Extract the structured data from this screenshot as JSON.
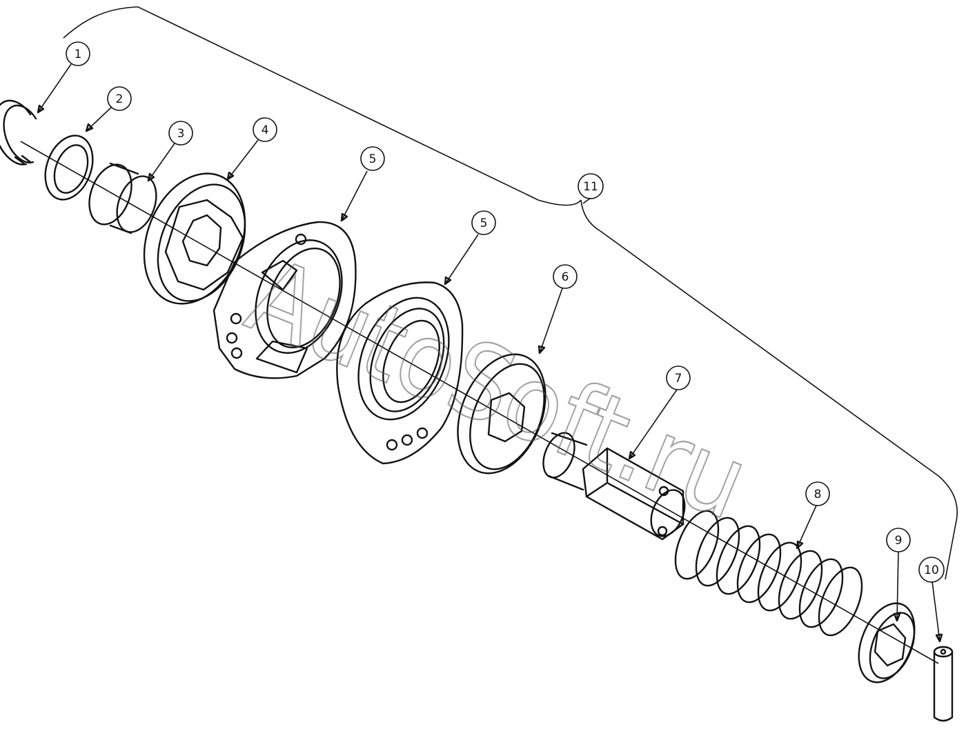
{
  "watermark": "AutoSoft.ru",
  "callouts": [
    {
      "id": "c1",
      "label": "1"
    },
    {
      "id": "c2",
      "label": "2"
    },
    {
      "id": "c3",
      "label": "3"
    },
    {
      "id": "c4",
      "label": "4"
    },
    {
      "id": "c5a",
      "label": "5"
    },
    {
      "id": "c5b",
      "label": "5"
    },
    {
      "id": "c6",
      "label": "6"
    },
    {
      "id": "c7",
      "label": "7"
    },
    {
      "id": "c8",
      "label": "8"
    },
    {
      "id": "c9",
      "label": "9"
    },
    {
      "id": "c10",
      "label": "10"
    },
    {
      "id": "c11",
      "label": "11"
    }
  ]
}
